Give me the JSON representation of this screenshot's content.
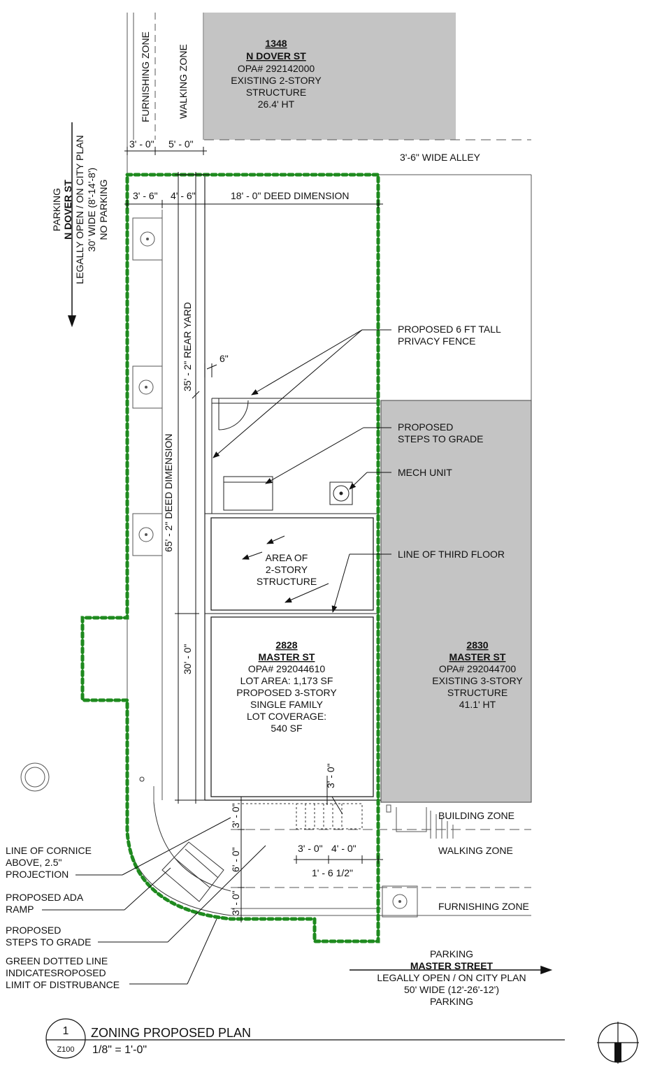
{
  "colors": {
    "gray_building": "#c4c4c4",
    "limit_line": "#1e8a1e",
    "line": "#111111"
  },
  "zones": {
    "furnishing_top": "FURNISHING ZONE",
    "walking_top": "WALKING ZONE",
    "building_bottom": "BUILDING ZONE",
    "walking_bottom": "WALKING ZONE",
    "furnishing_bottom": "FURNISHING ZONE"
  },
  "north_building": {
    "number": "1348",
    "street": "N DOVER ST",
    "opa": "OPA# 292142000",
    "desc1": "EXISTING 2-STORY",
    "desc2": "STRUCTURE",
    "height": "26.4' HT"
  },
  "alley": "3'-6\" WIDE ALLEY",
  "dover_street": {
    "l1": "PARKING",
    "l2": "N DOVER ST",
    "l3": "LEGALLY OPEN / ON CITY PLAN",
    "l4": "30' WIDE (8'-14'-8')",
    "l5": "NO PARKING"
  },
  "dims": {
    "furnishing_w": "3' - 0\"",
    "walking_w": "5' - 0\"",
    "lot_left": "3' - 6\"",
    "lot_walk": "4' - 6\"",
    "deed_width": "18' - 0\" DEED DIMENSION",
    "rear_yard": "35' - 2\" REAR YARD",
    "six_in": "6\"",
    "deed_depth": "65' - 2\" DEED DIMENSION",
    "building_depth": "30' - 0\"",
    "steps_proj": "3' - 0\"",
    "b_3a": "3' - 0\"",
    "b_6": "6' - 0\"",
    "b_3b": "3' - 0\"",
    "steps_w": "3' - 0\"",
    "steps_gap": "4' - 0\"",
    "steps_offset": "1' - 6 1/2\""
  },
  "callouts": {
    "fence_1": "PROPOSED 6 FT TALL",
    "fence_2": "PRIVACY FENCE",
    "steps_1": "PROPOSED",
    "steps_2": "STEPS TO GRADE",
    "mech": "MECH UNIT",
    "third_floor": "LINE OF THIRD FLOOR",
    "two_story_1": "AREA OF",
    "two_story_2": "2-STORY",
    "two_story_3": "STRUCTURE"
  },
  "subject": {
    "number": "2828",
    "street": "MASTER ST",
    "opa": "OPA# 292044610",
    "area": "LOT AREA: 1,173 SF",
    "desc1": "PROPOSED 3-STORY",
    "desc2": "SINGLE FAMILY",
    "cov1": "LOT COVERAGE:",
    "cov2": "540 SF"
  },
  "neighbor": {
    "number": "2830",
    "street": "MASTER ST",
    "opa": "OPA# 292044700",
    "desc1": "EXISTING 3-STORY",
    "desc2": "STRUCTURE",
    "height": "41.1' HT"
  },
  "left_notes": {
    "cornice_1": "LINE OF CORNICE",
    "cornice_2": "ABOVE, 2.5\"",
    "cornice_3": "PROJECTION",
    "ada_1": "PROPOSED ADA",
    "ada_2": "RAMP",
    "steps_1": "PROPOSED",
    "steps_2": "STEPS TO GRADE",
    "green_1": "GREEN DOTTED LINE",
    "green_2": "INDICATESROPOSED",
    "green_3": "LIMIT OF DISTRUBANCE"
  },
  "master_street": {
    "l1": "PARKING",
    "l2": "MASTER STREET",
    "l3": "LEGALLY OPEN / ON CITY PLAN",
    "l4": "50' WIDE (12'-26'-12')",
    "l5": "PARKING"
  },
  "title_block": {
    "number": "1",
    "sheet": "Z100",
    "title": "ZONING PROPOSED PLAN",
    "scale": "1/8\" = 1'-0\""
  },
  "icons": [
    "north-arrow-icon",
    "tree-icon",
    "street-arrow-icon"
  ]
}
